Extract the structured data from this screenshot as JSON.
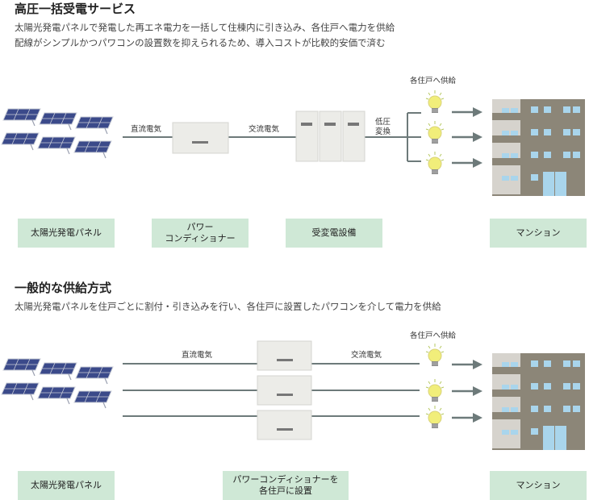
{
  "section1": {
    "title": "高圧一括受電サービス",
    "desc_line1": "太陽光発電パネルで発電した再エネ電力を一括して住棟内に引き込み、各住戸へ電力を供給",
    "desc_line2": "配線がシンプルかつパワコンの設置数を抑えられるため、導入コストが比較的安価で済む",
    "label_dc": "直流電気",
    "label_ac": "交流電気",
    "label_low_voltage_1": "低圧",
    "label_low_voltage_2": "変換",
    "label_supply": "各住戸へ供給",
    "boxes": {
      "solar": "太陽光発電パネル",
      "pcs_line1": "パワー",
      "pcs_line2": "コンディショナー",
      "substation": "受変電設備",
      "mansion": "マンション"
    }
  },
  "section2": {
    "title": "一般的な供給方式",
    "desc_line1": "太陽光発電パネルを住戸ごとに割付・引き込みを行い、各住戸に設置したパワコンを介して電力を供給",
    "label_dc": "直流電気",
    "label_ac": "交流電気",
    "label_supply": "各住戸へ供給",
    "boxes": {
      "solar": "太陽光発電パネル",
      "pcs_line1": "パワーコンディショナーを",
      "pcs_line2": "各住戸に設置",
      "mansion": "マンション"
    }
  },
  "colors": {
    "panel": "#3b4a8a",
    "panel_frame": "#9aa0b0",
    "line": "#6d7a7a",
    "label_box": "#cfe8d6",
    "building": "#8c8678",
    "window": "#a9d5ec",
    "bulb": "#f1ee7a",
    "equipment": "#ecece8"
  }
}
